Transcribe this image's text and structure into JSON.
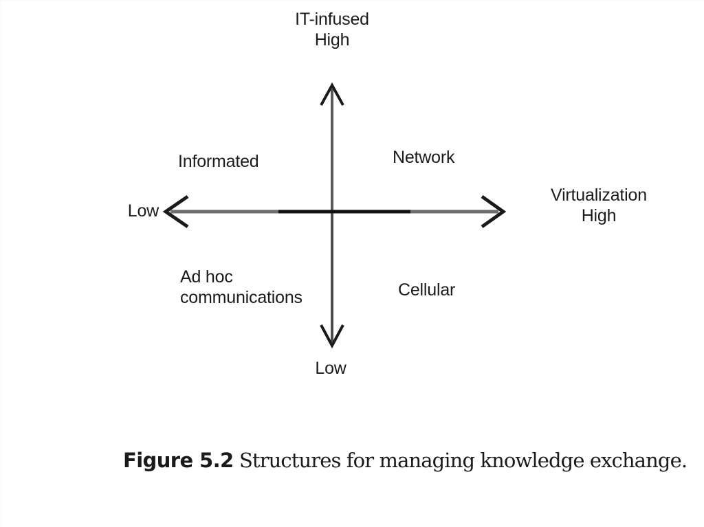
{
  "figure": {
    "axes": {
      "vertical": {
        "name": "IT-infused",
        "top_label_line1": "IT-infused",
        "top_label_line2": "High",
        "bottom_label": "Low"
      },
      "horizontal": {
        "name": "Virtualization",
        "left_label": "Low",
        "right_label_line1": "Virtualization",
        "right_label_line2": "High"
      }
    },
    "quadrants": [
      {
        "id": "informated",
        "label": "Informated",
        "position": "top-left"
      },
      {
        "id": "network",
        "label": "Network",
        "position": "top-right"
      },
      {
        "id": "ad-hoc-communications",
        "label": "Ad hoc\ncommunications",
        "position": "bottom-left"
      },
      {
        "id": "cellular",
        "label": "Cellular",
        "position": "bottom-right"
      }
    ],
    "caption": {
      "number": "Figure 5.2",
      "text": "Structures for managing knowledge exchange."
    },
    "colors": {
      "background": "#ffffff",
      "axis_line": "#595959",
      "axis_line_dark": "#111111",
      "text": "#1b1b1b"
    }
  },
  "chart_data": {
    "type": "scatter",
    "title": "Structures for managing knowledge exchange",
    "xlabel": "Virtualization",
    "ylabel": "IT-infused",
    "xticklabels": [
      "Low",
      "High"
    ],
    "yticklabels": [
      "Low",
      "High"
    ],
    "grid": false,
    "legend": "none",
    "annotations": [
      {
        "text": "Informated",
        "x": "low",
        "y": "high"
      },
      {
        "text": "Network",
        "x": "high",
        "y": "high"
      },
      {
        "text": "Ad hoc communications",
        "x": "low",
        "y": "low"
      },
      {
        "text": "Cellular",
        "x": "high",
        "y": "low"
      }
    ]
  }
}
